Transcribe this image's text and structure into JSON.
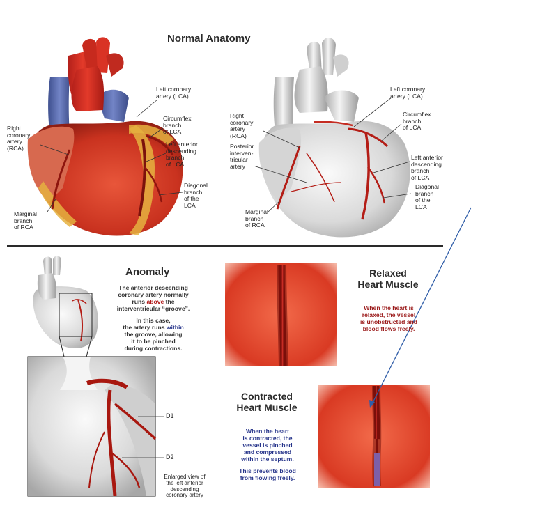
{
  "top": {
    "title": "Normal Anatomy",
    "left_labels": {
      "rca": "Right\ncoronary\nartery\n(RCA)",
      "lca": "Left coronary\nartery (LCA)",
      "circumflex": "Circumflex\nbranch\nof LCA",
      "lad": "Left anterior\ndescending\nbranch\nof LCA",
      "diagonal": "Diagonal\nbranch\nof the\nLCA",
      "marginal": "Marginal\nbranch\nof RCA"
    },
    "right_labels": {
      "rca": "Right\ncoronary\nartery\n(RCA)",
      "lca": "Left coronary\nartery (LCA)",
      "circumflex": "Circumflex\nbranch\nof LCA",
      "posterior": "Posterior\ninterven-\ntricular\nartery",
      "lad": "Left anterior\ndescending\nbranch\nof LCA",
      "diagonal": "Diagonal\nbranch\nof the\nLCA",
      "marginal": "Marginal\nbranch\nof RCA"
    }
  },
  "anomaly": {
    "title": "Anomaly",
    "text1_a": "The anterior descending\ncoronary artery normally\nruns ",
    "text1_b": "above",
    "text1_c": " the\ninterventricular “groove”.",
    "text2_a": "In this case,\nthe artery runs ",
    "text2_b": "within",
    "text2_c": "\nthe groove, allowing\nit to be pinched\nduring contractions.",
    "d1": "D1",
    "d2": "D2",
    "enlarged": "Enlarged view of\nthe left anterior\ndescending\ncoronary artery"
  },
  "relaxed": {
    "title": "Relaxed\nHeart Muscle",
    "text": "When the heart is\nrelaxed, the vessel\nis unobstructed and\nblood flows freely."
  },
  "contracted": {
    "title": "Contracted\nHeart Muscle",
    "text1": "When the heart\nis contracted, the\nvessel is pinched\nand compressed\nwithin the septum.",
    "text2": "This prevents blood\nfrom flowing freely."
  },
  "colors": {
    "artery_red": "#c8231c",
    "vein_blue": "#5b6fb0",
    "fat_yellow": "#e7b53c",
    "muscle_red": "#e24a2c",
    "annotation_arrow": "#2f5da8"
  }
}
